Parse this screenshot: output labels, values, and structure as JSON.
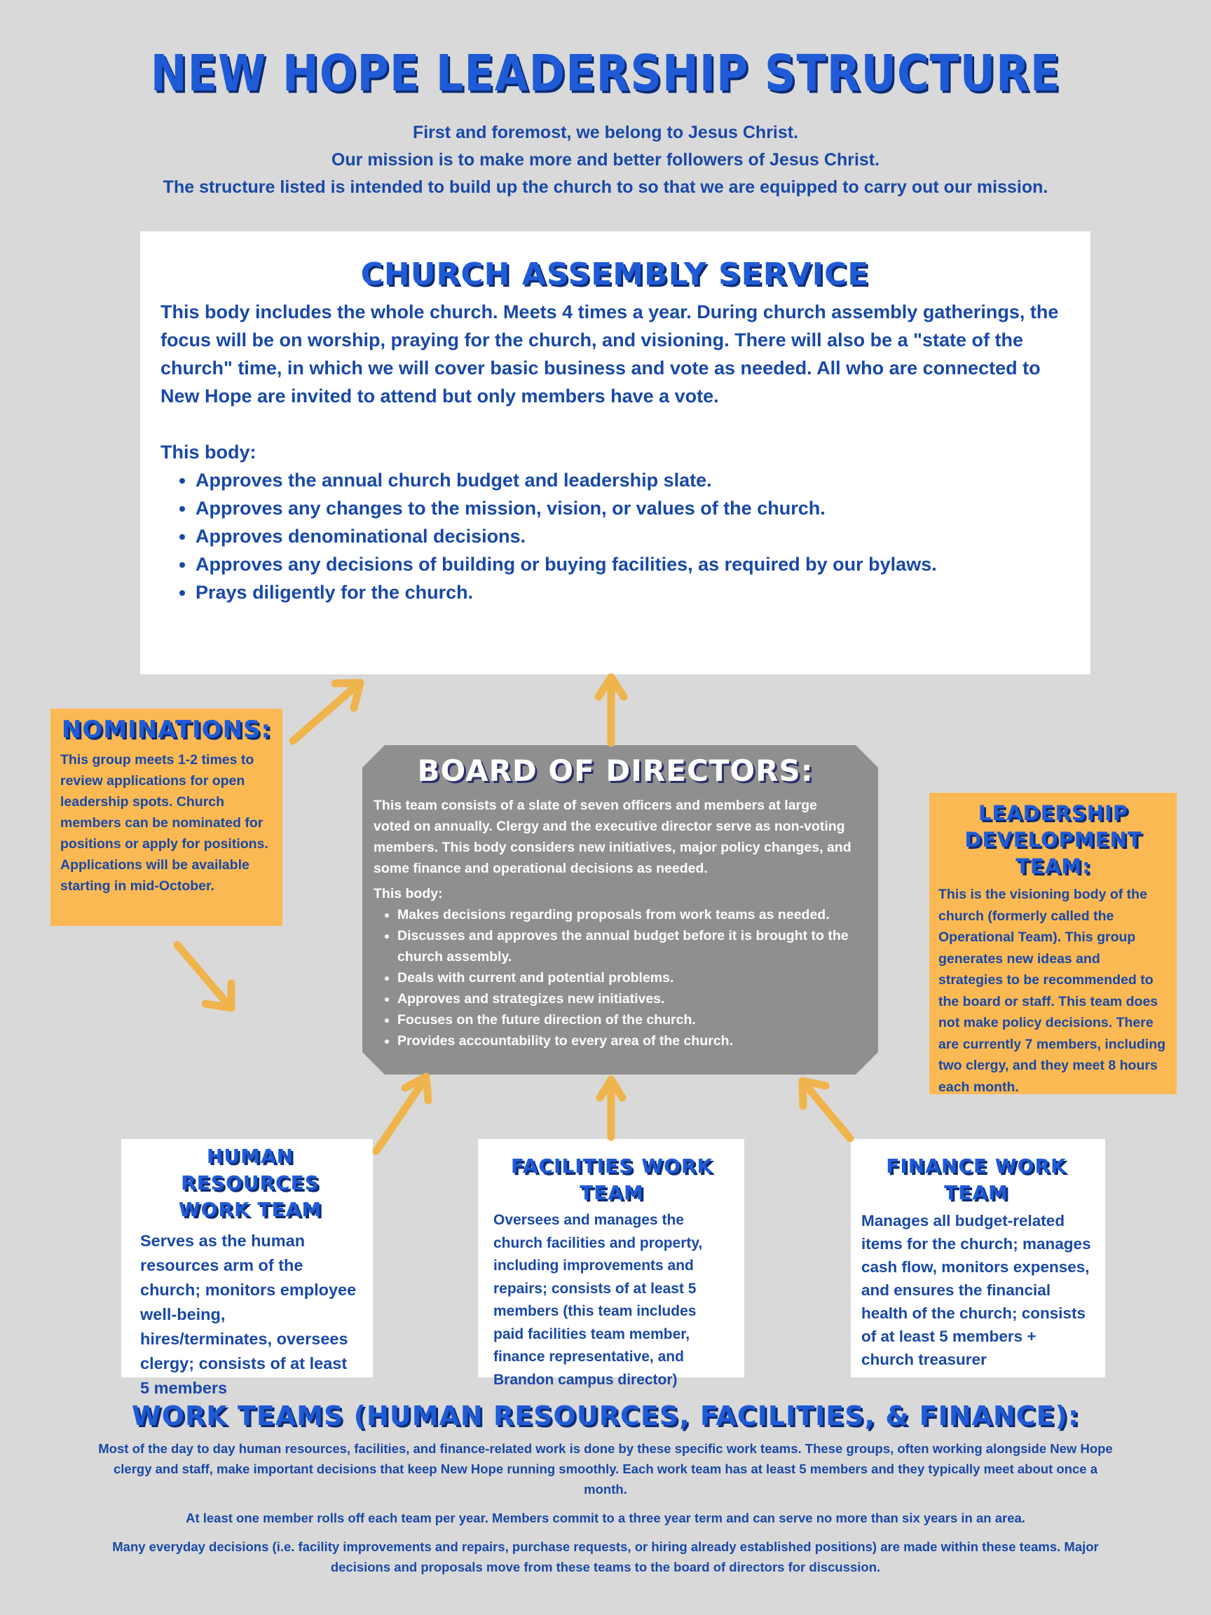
{
  "title": "New Hope Leadership Structure",
  "intro": [
    "First and foremost, we belong to Jesus Christ.",
    "Our mission is to make more and better followers of Jesus Christ.",
    "The structure listed is intended to build up the church to so that we are equipped to carry out our mission."
  ],
  "assembly": {
    "title": "Church Assembly Service",
    "description": "This body includes the whole church.  Meets 4 times a year.  During church assembly gatherings, the focus will be on worship, praying for the church, and visioning.  There will also be a \"state of the church\" time, in which we will cover basic business and vote as needed. All who are connected to New Hope are invited to attend but only members have a vote.",
    "list_intro": "This body:",
    "items": [
      "Approves the annual church budget and leadership slate.",
      "Approves any changes to the mission, vision, or values of the church.",
      "Approves denominational decisions.",
      "Approves any decisions of building or buying facilities, as required by our bylaws.",
      "Prays diligently for the church."
    ]
  },
  "nominations": {
    "title": "Nominations:",
    "text": "This group meets 1-2 times to review applications for open leadership spots.  Church members can be nominated for positions or apply for positions. Applications will be available starting in mid-October."
  },
  "board": {
    "title": "Board of Directors:",
    "description": "This team consists of a slate of seven officers and members at large voted on annually. Clergy and the executive director serve as non-voting members. This body considers new initiatives, major policy changes, and some finance and operational decisions as needed.",
    "list_intro": "This body:",
    "items": [
      "Makes decisions regarding proposals from work teams as needed.",
      "Discusses and approves the annual budget before it is brought to the church assembly.",
      "Deals with current and potential problems.",
      "Approves and strategizes new initiatives.",
      "Focuses on the future direction of the church.",
      "Provides accountability to every area of the church."
    ]
  },
  "leadership_dev": {
    "title_line1": "Leadership",
    "title_line2": "Development Team:",
    "text": "This is the visioning body of the church (formerly called the Operational Team). This group generates new ideas and strategies to be recommended to the board or staff. This team does not make policy decisions. There are currently 7 members, including two clergy, and they meet 8 hours each month."
  },
  "teams": {
    "hr": {
      "title_line1": "Human Resources",
      "title_line2": "Work Team",
      "text": "Serves as the human resources arm of the church; monitors employee well-being, hires/terminates, oversees clergy; consists of at least 5 members"
    },
    "facilities": {
      "title": "Facilities Work Team",
      "text": "Oversees and manages the church facilities and property, including improvements and repairs; consists of at least 5 members  (this team includes paid facilities team member, finance representative, and Brandon campus director)"
    },
    "finance": {
      "title": "Finance Work Team",
      "text": "Manages all budget-related items for the church; manages cash flow, monitors expenses, and ensures the financial health of the church; consists of at least 5 members + church treasurer"
    }
  },
  "work_teams": {
    "title": "Work Teams (Human Resources, Facilities, & Finance):",
    "paragraphs": [
      "Most of the day to day human resources, facilities, and finance-related work is done by these specific work teams. These groups, often working alongside New Hope clergy and staff, make important decisions that keep New Hope running smoothly. Each work team has at least 5 members and they typically meet about once a month.",
      "At least one member rolls off each team per year.  Members commit to a three year term and can serve no more than six years in an area.",
      "Many everyday decisions (i.e. facility improvements and repairs, purchase requests, or hiring already established positions) are made within these teams. Major decisions and proposals move from these teams to the board of directors for discussion."
    ]
  },
  "colors": {
    "background": "#d9d9d9",
    "text_blue": "#1848a8",
    "heading_blue": "#1f5bd6",
    "orange_box": "#fbb954",
    "board_gray": "#8f8f8f",
    "arrow": "#f0b44c"
  }
}
